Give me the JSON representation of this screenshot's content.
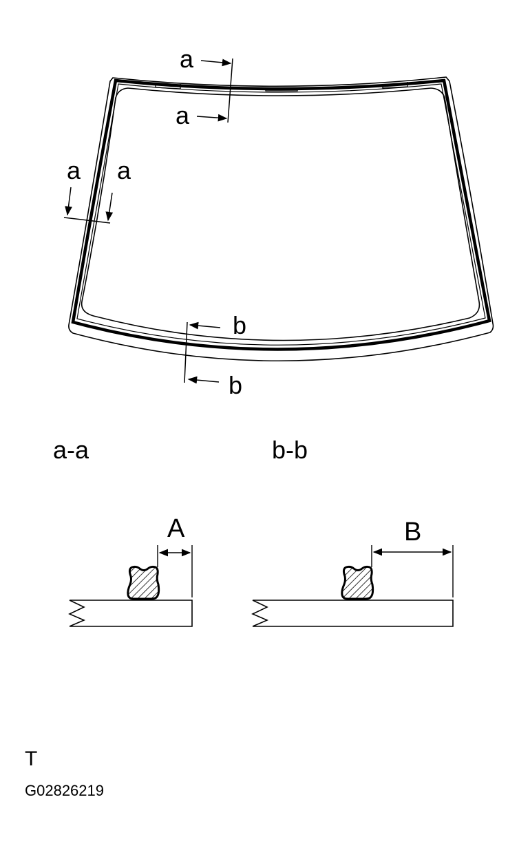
{
  "diagram": {
    "cut_labels": {
      "top_upper": "a",
      "top_lower": "a",
      "left_1": "a",
      "left_2": "a",
      "bottom_upper": "b",
      "bottom_lower": "b"
    },
    "section_a": {
      "title": "a-a",
      "dimension_label": "A"
    },
    "section_b": {
      "title": "b-b",
      "dimension_label": "B"
    },
    "corner_mark": "T",
    "figure_code": "G02826219"
  }
}
